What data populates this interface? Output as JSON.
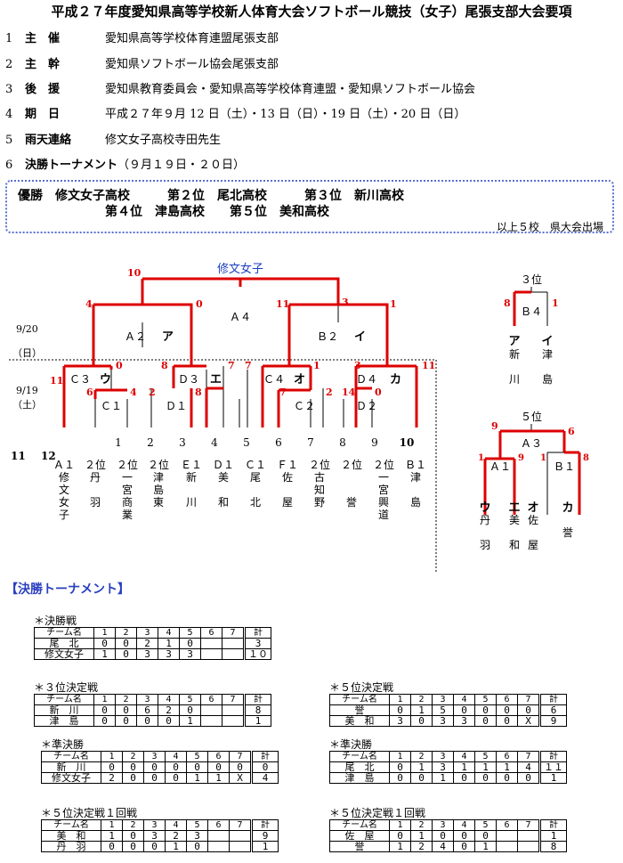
{
  "title": "平成２７年度愛知県高等学校新人体育大会ソフトボール競技（女子）尾張支部大会要項",
  "info": [
    {
      "num": "1",
      "label": "主　催",
      "value": "愛知県高等学校体育連盟尾張支部"
    },
    {
      "num": "2",
      "label": "主　幹",
      "value": "愛知県ソフトボール協会尾張支部"
    },
    {
      "num": "3",
      "label": "後　援",
      "value": "愛知県教育委員会・愛知県高等学校体育連盟・愛知県ソフトボール協会"
    },
    {
      "num": "4",
      "label": "期　日",
      "value": "平成２７年９月 12 日（土）・13 日（日）・19 日（土）・20 日（日）"
    },
    {
      "num": "5",
      "label": "雨天連絡",
      "value": "修文女子高校寺田先生"
    },
    {
      "num": "6",
      "label": "決勝トーナメント",
      "value": "（９月１９日・２０日）"
    }
  ],
  "results": {
    "line1": "優勝　修文女子高校　　　第２位　尾北高校　　　第３位　新川高校",
    "line2": "第４位　津島高校　　第５位　美和高校",
    "note": "以上５校　県大会出場"
  },
  "bracket": {
    "winner": "修文女子",
    "dates": {
      "d1": "9/20",
      "d1_day": "（日）",
      "d2": "9/19",
      "d2_day": "（土）"
    },
    "slots": [
      "1",
      "2",
      "3",
      "4",
      "5",
      "6",
      "7",
      "8",
      "9",
      "10"
    ],
    "edge_nums": [
      "11",
      "12"
    ],
    "game_labels": {
      "a4": "Ａ４",
      "a2": "Ａ２",
      "b2": "Ｂ２",
      "c3": "Ｃ３",
      "d3": "Ｄ３",
      "c4": "Ｃ４",
      "d4": "Ｄ４",
      "c1": "Ｃ１",
      "d1": "Ｄ１",
      "c2": "Ｃ２",
      "d2": "Ｄ２"
    },
    "kana": {
      "a": "ア",
      "i": "イ",
      "u": "ウ",
      "e": "エ",
      "o": "オ",
      "ka": "カ"
    },
    "scores": {
      "a4_l": "10",
      "a4_r": "3",
      "a2_l": "4",
      "a2_r": "0",
      "b2_l": "11",
      "b2_r": "1",
      "c3_l": "11",
      "c3_r": "0",
      "c1_l": "6",
      "c1_r": "4",
      "d3_l": "8",
      "d3_r": "7",
      "d1_l": "2",
      "d1_r": "8",
      "c4_l": "7",
      "c4_r": "1",
      "c2_l": "7",
      "c2_r": "2",
      "d4_l": "3",
      "d4_r": "11",
      "d2_l": "14",
      "d2_r": "0"
    },
    "seeds": [
      "Ａ１",
      "２位",
      "２位",
      "２位",
      "Ｅ１",
      "Ｄ１",
      "Ｃ１",
      "Ｆ１",
      "２位",
      "２位",
      "２位",
      "Ｂ１"
    ],
    "teams": [
      [
        "修",
        "文",
        "女",
        "子"
      ],
      [
        "丹",
        "",
        "羽",
        ""
      ],
      [
        "一",
        "宮",
        "商",
        "業"
      ],
      [
        "津",
        "島",
        "東",
        ""
      ],
      [
        "新",
        "",
        "川",
        ""
      ],
      [
        "美",
        "",
        "和",
        ""
      ],
      [
        "尾",
        "",
        "北",
        ""
      ],
      [
        "佐",
        "",
        "屋",
        ""
      ],
      [
        "古",
        "知",
        "野",
        ""
      ],
      [
        "",
        "",
        "誉",
        ""
      ],
      [
        "一",
        "宮",
        "興",
        "道"
      ],
      [
        "津",
        "",
        "島",
        ""
      ]
    ],
    "third": {
      "label": "３位",
      "game": "Ｂ４",
      "score_l": "8",
      "score_r": "1",
      "kana_l": "ア",
      "kana_r": "イ",
      "team_l": [
        "新",
        "川"
      ],
      "team_r": [
        "津",
        "島"
      ]
    },
    "fifth": {
      "label": "５位",
      "game_top": "Ａ３",
      "game_l": "Ａ１",
      "game_r": "Ｂ１",
      "s_top_l": "9",
      "s_top_r": "6",
      "s_a1_l": "1",
      "s_a1_r": "9",
      "s_b1_l": "1",
      "s_b1_r": "8",
      "kana": [
        "ウ",
        "エ",
        "オ",
        "カ"
      ],
      "teams": [
        [
          "丹",
          "羽"
        ],
        [
          "美",
          "和"
        ],
        [
          "佐",
          "屋"
        ],
        [
          "誉",
          ""
        ]
      ]
    }
  },
  "section_title": "【決勝トーナメント】",
  "scoreboards": [
    {
      "caption": "＊決勝戦",
      "header": [
        "チーム名",
        "1",
        "2",
        "3",
        "4",
        "5",
        "6",
        "7",
        "計"
      ],
      "rows": [
        [
          "尾　北",
          "0",
          "0",
          "2",
          "1",
          "0",
          "",
          "",
          "3"
        ],
        [
          "修文女子",
          "1",
          "0",
          "3",
          "3",
          "3",
          "",
          "",
          "１０"
        ]
      ]
    },
    {
      "caption": "＊３位決定戦",
      "header": [
        "チーム名",
        "1",
        "2",
        "3",
        "4",
        "5",
        "6",
        "7",
        "計"
      ],
      "rows": [
        [
          "新　川",
          "0",
          "0",
          "6",
          "2",
          "0",
          "",
          "",
          "8"
        ],
        [
          "津　島",
          "0",
          "0",
          "0",
          "0",
          "1",
          "",
          "",
          "1"
        ]
      ]
    },
    {
      "caption": "＊５位決定戦",
      "header": [
        "チーム名",
        "1",
        "2",
        "3",
        "4",
        "5",
        "6",
        "7",
        "計"
      ],
      "rows": [
        [
          "誉",
          "0",
          "1",
          "5",
          "0",
          "0",
          "0",
          "0",
          "6"
        ],
        [
          "美　和",
          "3",
          "0",
          "3",
          "3",
          "0",
          "0",
          "X",
          "9"
        ]
      ]
    },
    {
      "caption": "＊準決勝",
      "header": [
        "チーム名",
        "1",
        "2",
        "3",
        "4",
        "5",
        "6",
        "7",
        "計"
      ],
      "rows": [
        [
          "新　川",
          "0",
          "0",
          "0",
          "0",
          "0",
          "0",
          "0",
          "0"
        ],
        [
          "修文女子",
          "2",
          "0",
          "0",
          "0",
          "1",
          "1",
          "X",
          "4"
        ]
      ]
    },
    {
      "caption": "＊準決勝",
      "header": [
        "チーム名",
        "1",
        "2",
        "3",
        "4",
        "5",
        "6",
        "7",
        "計"
      ],
      "rows": [
        [
          "尾　北",
          "0",
          "1",
          "3",
          "1",
          "1",
          "1",
          "4",
          "１１"
        ],
        [
          "津　島",
          "0",
          "0",
          "1",
          "0",
          "0",
          "0",
          "0",
          "1"
        ]
      ]
    },
    {
      "caption": "＊５位決定戦１回戦",
      "header": [
        "チーム名",
        "1",
        "2",
        "3",
        "4",
        "5",
        "6",
        "7",
        "計"
      ],
      "rows": [
        [
          "美　和",
          "1",
          "0",
          "3",
          "2",
          "3",
          "",
          "",
          "9"
        ],
        [
          "丹　羽",
          "0",
          "0",
          "0",
          "1",
          "0",
          "",
          "",
          "1"
        ]
      ]
    },
    {
      "caption": "＊５位決定戦１回戦",
      "header": [
        "チーム名",
        "1",
        "2",
        "3",
        "4",
        "5",
        "6",
        "7",
        "計"
      ],
      "rows": [
        [
          "佐　屋",
          "0",
          "1",
          "0",
          "0",
          "0",
          "",
          "",
          "1"
        ],
        [
          "誉",
          "1",
          "2",
          "4",
          "0",
          "1",
          "",
          "",
          "8"
        ]
      ]
    }
  ]
}
